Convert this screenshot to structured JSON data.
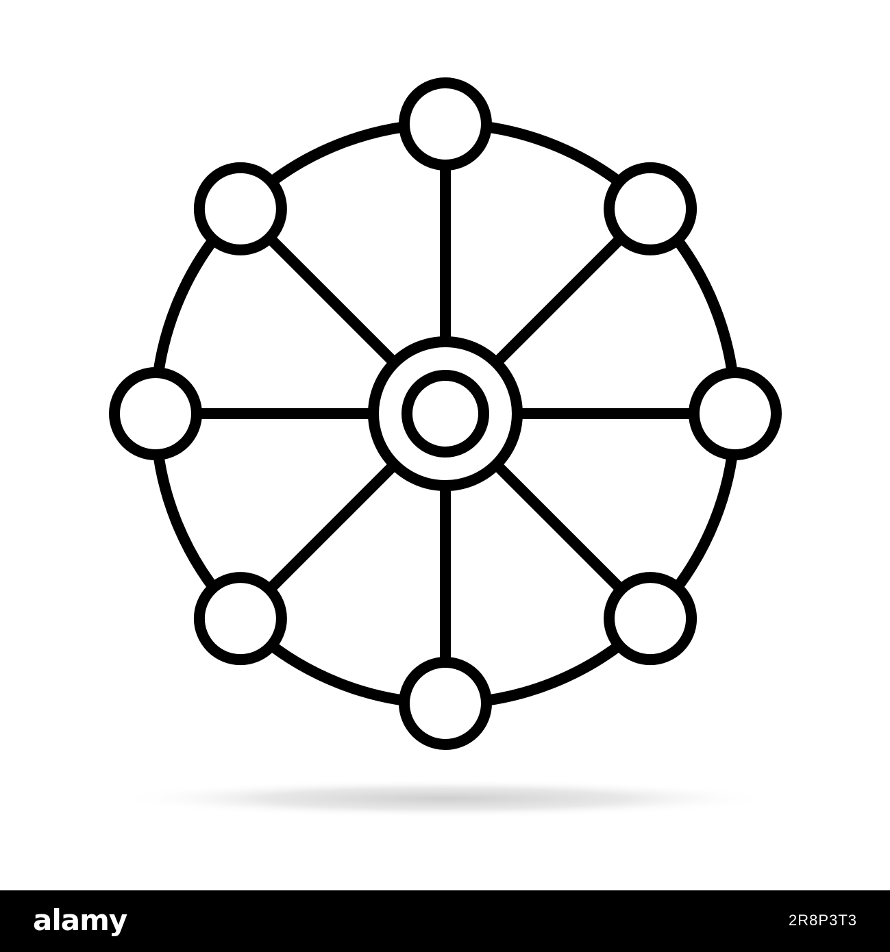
{
  "illustration": {
    "icon": "network-wheel-icon",
    "line_color": "#000000",
    "fill_color": "#ffffff",
    "shadow_color": "#d8d8d8",
    "outer_node_count": 8
  },
  "footer": {
    "background": "#000000",
    "brand": "alamy",
    "image_id": "2R8P3T3"
  }
}
